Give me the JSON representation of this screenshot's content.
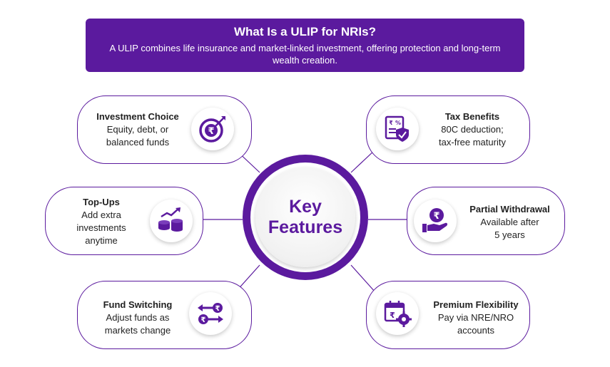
{
  "header": {
    "title": "What Is a ULIP for NRIs?",
    "subtitle": "A ULIP combines life insurance and market-linked investment, offering protection and long-term wealth creation."
  },
  "center": {
    "line1": "Key",
    "line2": "Features"
  },
  "features": {
    "investment_choice": {
      "title": "Investment Choice",
      "desc": "Equity, debt, or\nbalanced funds",
      "icon": "target-rupee-icon"
    },
    "top_ups": {
      "title": "Top-Ups",
      "desc": "Add extra\ninvestments\nanytime",
      "icon": "coins-growth-icon"
    },
    "fund_switching": {
      "title": "Fund Switching",
      "desc": "Adjust funds as\nmarkets change",
      "icon": "switch-arrows-icon"
    },
    "tax_benefits": {
      "title": "Tax Benefits",
      "desc": "80C deduction;\ntax-free maturity",
      "icon": "tax-document-icon"
    },
    "partial_withdrawal": {
      "title": "Partial Withdrawal",
      "desc": "Available after\n5 years",
      "icon": "hand-rupee-icon"
    },
    "premium_flexibility": {
      "title": "Premium Flexibility",
      "desc": "Pay via NRE/NRO\naccounts",
      "icon": "calendar-gear-icon"
    }
  },
  "colors": {
    "primary": "#5b1a9e",
    "text": "#222222",
    "background": "#ffffff"
  }
}
